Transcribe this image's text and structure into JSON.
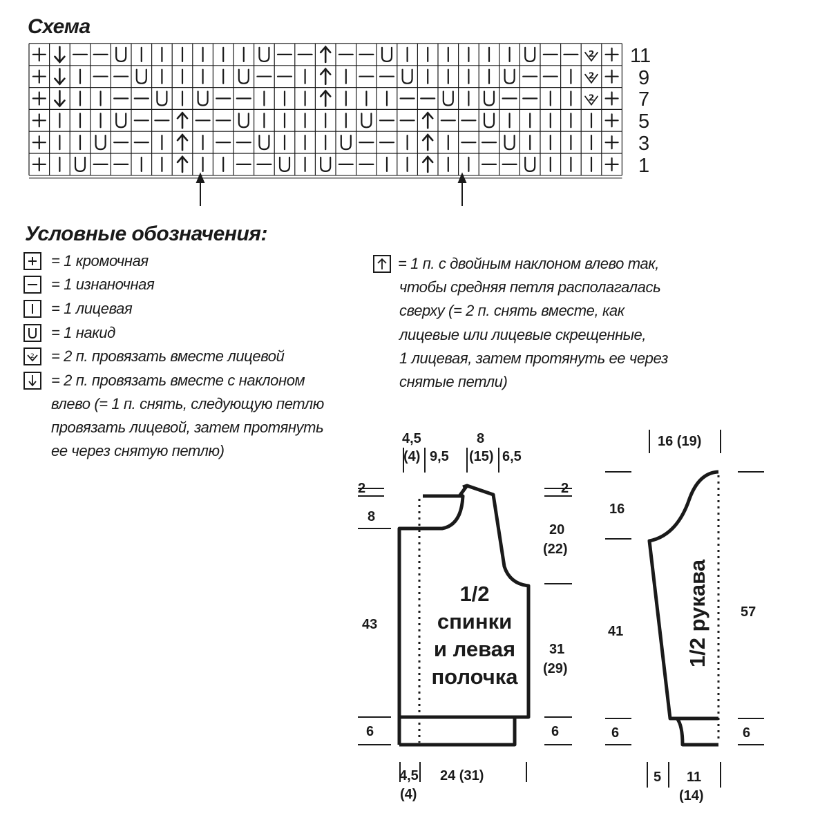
{
  "chart": {
    "title": "Схема",
    "row_numbers": [
      "11",
      "9",
      "7",
      "5",
      "3",
      "1"
    ],
    "rows": [
      [
        "+",
        "↓",
        "−",
        "−",
        "U",
        "|",
        "|",
        "|",
        "|",
        "|",
        "|",
        "U",
        "−",
        "−",
        "↑",
        "−",
        "−",
        "U",
        "|",
        "|",
        "|",
        "|",
        "|",
        "|",
        "U",
        "−",
        "−",
        "k2",
        "+"
      ],
      [
        "+",
        "↓",
        "|",
        "−",
        "−",
        "U",
        "|",
        "|",
        "|",
        "|",
        "U",
        "−",
        "−",
        "|",
        "↑",
        "|",
        "−",
        "−",
        "U",
        "|",
        "|",
        "|",
        "|",
        "U",
        "−",
        "−",
        "|",
        "k2",
        "+"
      ],
      [
        "+",
        "↓",
        "|",
        "|",
        "−",
        "−",
        "U",
        "|",
        "U",
        "−",
        "−",
        "|",
        "|",
        "|",
        "↑",
        "|",
        "|",
        "|",
        "−",
        "−",
        "U",
        "|",
        "U",
        "−",
        "−",
        "|",
        "|",
        "k2",
        "+"
      ],
      [
        "+",
        "|",
        "|",
        "|",
        "U",
        "−",
        "−",
        "↑",
        "−",
        "−",
        "U",
        "|",
        "|",
        "|",
        "|",
        "|",
        "U",
        "−",
        "−",
        "↑",
        "−",
        "−",
        "U",
        "|",
        "|",
        "|",
        "|",
        "|",
        "+"
      ],
      [
        "+",
        "|",
        "|",
        "U",
        "−",
        "−",
        "|",
        "↑",
        "|",
        "−",
        "−",
        "U",
        "|",
        "|",
        "|",
        "U",
        "−",
        "−",
        "|",
        "↑",
        "|",
        "−",
        "−",
        "U",
        "|",
        "|",
        "|",
        "|",
        "+"
      ],
      [
        "+",
        "|",
        "U",
        "−",
        "−",
        "|",
        "|",
        "↑",
        "|",
        "|",
        "−",
        "−",
        "U",
        "|",
        "U",
        "−",
        "−",
        "|",
        "|",
        "↑",
        "|",
        "|",
        "−",
        "−",
        "U",
        "|",
        "|",
        "|",
        "+"
      ]
    ]
  },
  "legend": {
    "title": "Условные обозначения:",
    "items": [
      {
        "icon": "edge-stitch-icon",
        "text": "= 1 кромочная"
      },
      {
        "icon": "purl-icon",
        "text": "= 1 изнаночная"
      },
      {
        "icon": "knit-icon",
        "text": "= 1 лицевая"
      },
      {
        "icon": "yarn-over-icon",
        "text": "= 1 накид"
      },
      {
        "icon": "k2tog-icon",
        "text": "= 2 п. провязать вместе лицевой"
      },
      {
        "icon": "ssk-icon",
        "text": "= 2 п. провязать вместе с наклоном"
      }
    ],
    "ssk_continuation": [
      "влево (= 1 п. снять, следующую петлю",
      "провязать лицевой, затем протянуть",
      "ее через снятую петлю)"
    ],
    "double_dec": {
      "icon": "double-decrease-icon",
      "lines": [
        "= 1 п. с двойным наклоном влево так,",
        "чтобы средняя петля располагалась",
        "сверху (= 2 п. снять вместе, как",
        "лицевые или лицевые скрещенные,",
        "1 лицевая, затем протянуть ее через",
        "снятые петли)"
      ]
    }
  },
  "body_pattern": {
    "label": [
      "1/2",
      "спинки",
      "и левая",
      "полочка"
    ],
    "dims": {
      "top_a": "4,5",
      "top_a2": "(4)",
      "top_b": "9,5",
      "top_c": "8",
      "top_c2": "(15)",
      "top_d": "6,5",
      "left_2": "2",
      "left_8": "8",
      "left_43": "43",
      "left_6": "6",
      "right_2": "2",
      "right_20": "20",
      "right_22": "(22)",
      "right_31": "31",
      "right_29": "(29)",
      "right_6": "6",
      "bottom_a": "4,5",
      "bottom_a2": "(4)",
      "bottom_b": "24 (31)"
    }
  },
  "sleeve_pattern": {
    "label": "1/2 рукава",
    "dims": {
      "top": "16 (19)",
      "left_16": "16",
      "left_41": "41",
      "left_6": "6",
      "right_57": "57",
      "right_6": "6",
      "bottom_a": "5",
      "bottom_b": "11",
      "bottom_b2": "(14)"
    }
  }
}
